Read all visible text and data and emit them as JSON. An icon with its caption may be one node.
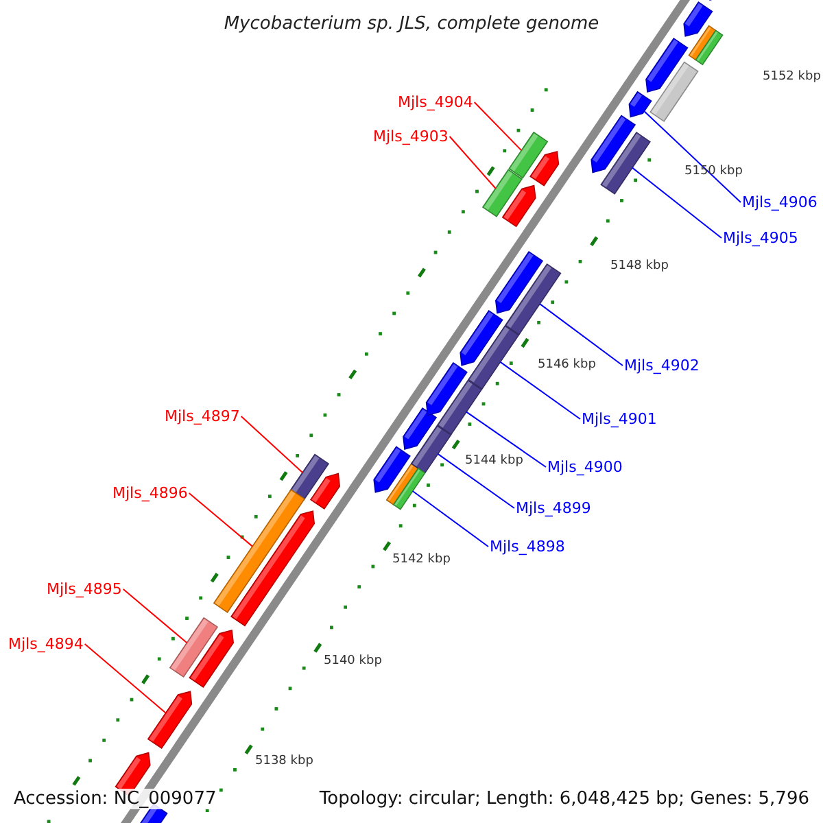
{
  "diagram": {
    "title": "Mycobacterium sp. JLS, complete genome",
    "nodes": [
      {
        "text": [
          "Mjls_4904"
        ]
      },
      {
        "text": [
          "Mjls_4903"
        ]
      },
      {
        "text": [
          "Mjls_4906"
        ]
      },
      {
        "text": [
          "Mjls_4905"
        ]
      },
      {
        "text": [
          "Mjls_4902"
        ]
      },
      {
        "text": [
          "Mjls_4897"
        ]
      },
      {
        "text": [
          "Mjls_4901"
        ]
      },
      {
        "text": [
          "Mjls_4900"
        ]
      },
      {
        "text": [
          "Mjls_4896"
        ]
      },
      {
        "text": [
          "Mjls_4899"
        ]
      },
      {
        "text": [
          "Mjls_4898"
        ]
      },
      {
        "text": [
          "Mjls_4895"
        ]
      },
      {
        "text": [
          "Mjls_4894"
        ]
      },
      {
        "text": [],
        "shape": "arrow"
      },
      {
        "text": [],
        "shape": "box"
      },
      {
        "text": [],
        "shape": "box"
      },
      {
        "text": [],
        "shape": "box"
      },
      {
        "text": [],
        "shape": "box"
      },
      {
        "text": [],
        "shape": "box"
      },
      {
        "text": [],
        "shape": "box"
      },
      {
        "text": [],
        "shape": "box"
      },
      {
        "text": [],
        "shape": "box"
      },
      {
        "text": [],
        "shape": "box"
      },
      {
        "text": [],
        "shape": "box"
      },
      {
        "text": [],
        "shape": "box"
      },
      {
        "text": [],
        "shape": "arrow"
      }
    ],
    "edges": [
      {
        "from": 0,
        "to": 14,
        "arrow": "none",
        "color": "#ff0000"
      },
      {
        "from": 1,
        "to": 16,
        "arrow": "none",
        "color": "#ff0000"
      },
      {
        "from": 2,
        "to": 13,
        "arrow": "none"
      },
      {
        "from": 3,
        "to": 15,
        "arrow": "none"
      },
      {
        "from": 4,
        "to": 17,
        "arrow": "none"
      },
      {
        "from": 5,
        "to": 21,
        "arrow": "none",
        "color": "#ff0000"
      },
      {
        "from": 6,
        "to": 18,
        "arrow": "none"
      },
      {
        "from": 7,
        "to": 19,
        "arrow": "none"
      },
      {
        "from": 8,
        "to": 23,
        "arrow": "none",
        "color": "#ff0000"
      },
      {
        "from": 9,
        "to": 20,
        "arrow": "none"
      },
      {
        "from": 10,
        "to": 22,
        "arrow": "none"
      },
      {
        "from": 11,
        "to": 24,
        "arrow": "none",
        "color": "#ff0000"
      },
      {
        "from": 12,
        "to": 25,
        "arrow": "none",
        "color": "#ff0000"
      }
    ],
    "labels": [
      "5152 kbp",
      "5150 kbp",
      "5148 kbp",
      "5146 kbp",
      "5144 kbp",
      "5142 kbp",
      "5140 kbp",
      "5138 kbp",
      "Accession: NC_009077",
      "Topology: circular; Length: 6,048,425 bp; Genes: 5,796"
    ]
  }
}
